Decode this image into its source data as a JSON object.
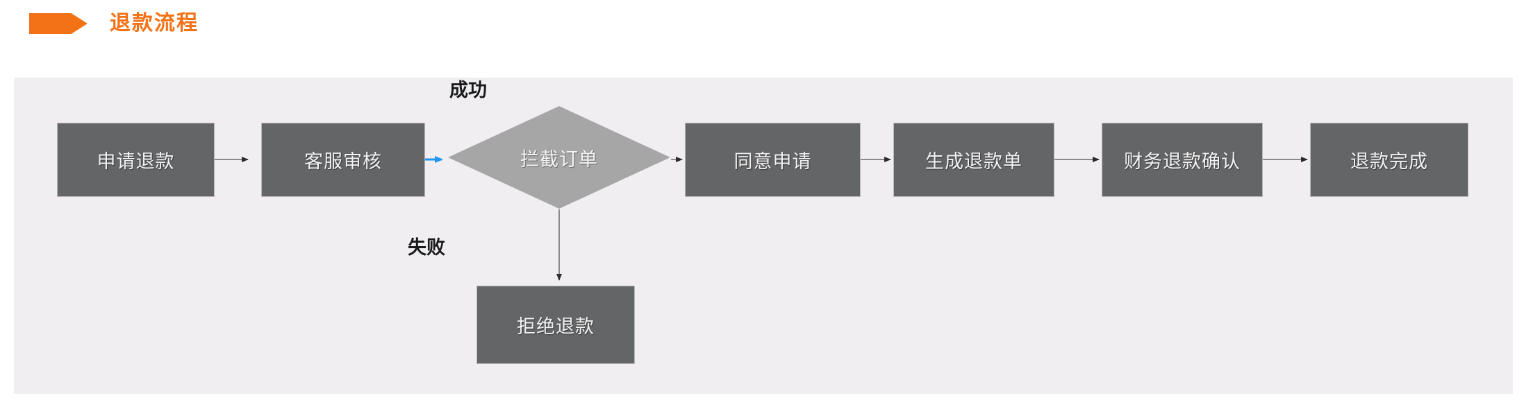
{
  "header": {
    "title": "退款流程",
    "marker_icon": "orange-arrow-banner-icon",
    "accent_color": "#f47216"
  },
  "canvas": {
    "background_color": "#f0eef1",
    "node_fill_color": "#646567",
    "decision_fill_color": "#a6a6a6",
    "node_text_color": "#f2f2f2",
    "edge_color": "#808080",
    "selected_edge_color": "#2196f3"
  },
  "flowchart": {
    "nodes": [
      {
        "id": "apply",
        "label": "申请退款",
        "shape": "rect"
      },
      {
        "id": "review",
        "label": "客服审核",
        "shape": "rect"
      },
      {
        "id": "decision",
        "label": "拦截订单",
        "shape": "diamond"
      },
      {
        "id": "approve",
        "label": "同意申请",
        "shape": "rect"
      },
      {
        "id": "generate",
        "label": "生成退款单",
        "shape": "rect"
      },
      {
        "id": "finance",
        "label": "财务退款确认",
        "shape": "rect"
      },
      {
        "id": "done",
        "label": "退款完成",
        "shape": "rect"
      },
      {
        "id": "reject",
        "label": "拒绝退款",
        "shape": "rect"
      }
    ],
    "edges": [
      {
        "from": "apply",
        "to": "review",
        "label": "",
        "state": "normal"
      },
      {
        "from": "review",
        "to": "decision",
        "label": "",
        "state": "selected"
      },
      {
        "from": "decision",
        "to": "approve",
        "label": "成功",
        "state": "normal"
      },
      {
        "from": "decision",
        "to": "reject",
        "label": "失败",
        "state": "normal"
      },
      {
        "from": "approve",
        "to": "generate",
        "label": "",
        "state": "normal"
      },
      {
        "from": "generate",
        "to": "finance",
        "label": "",
        "state": "normal"
      },
      {
        "from": "finance",
        "to": "done",
        "label": "",
        "state": "normal"
      }
    ],
    "edge_labels": {
      "success": "成功",
      "failure": "失败"
    }
  }
}
